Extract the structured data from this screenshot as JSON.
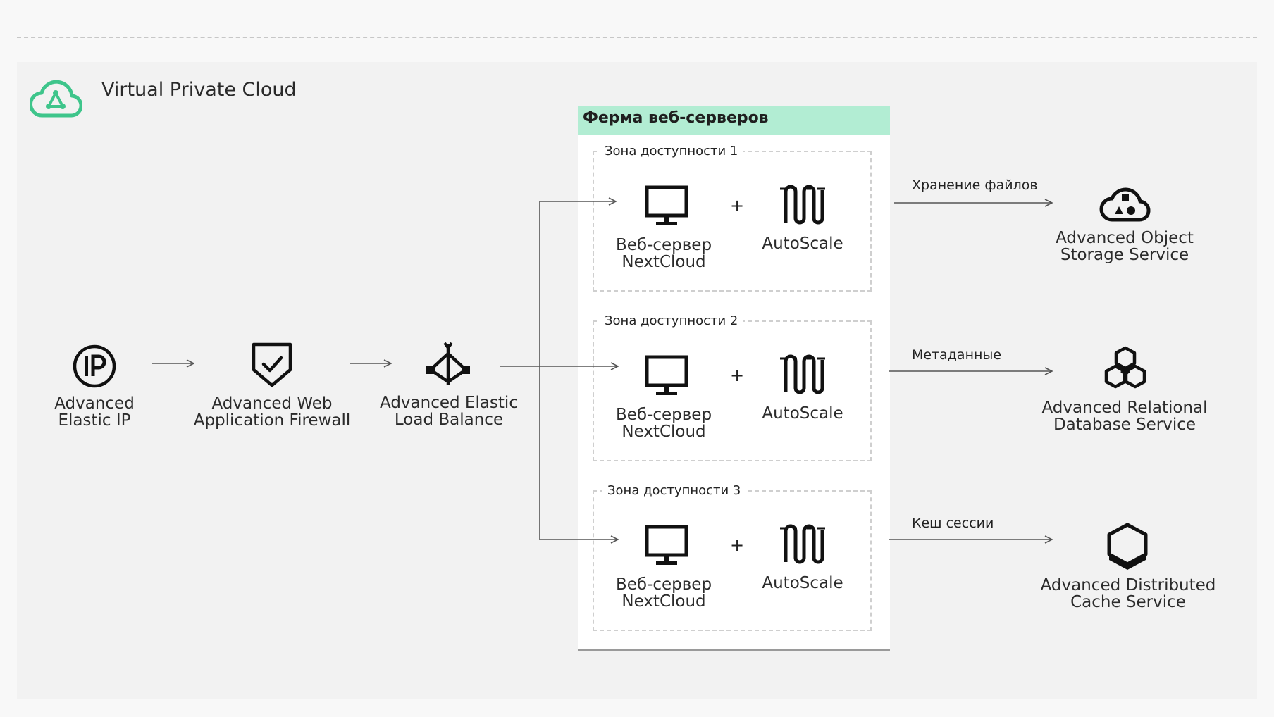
{
  "vpc": {
    "title": "Virtual Private Cloud"
  },
  "farm": {
    "title": "Ферма веб-серверов"
  },
  "entry": [
    {
      "line1": "Advanced",
      "line2": "Elastic IP",
      "icon": "ip-icon"
    },
    {
      "line1": "Advanced Web",
      "line2": "Application Firewall",
      "icon": "shield-check-icon"
    },
    {
      "line1": "Advanced Elastic",
      "line2": "Load Balance",
      "icon": "load-balancer-icon"
    }
  ],
  "zones": [
    {
      "label": "Зона доступности 1",
      "server_line1": "Веб-сервер",
      "server_line2": "NextCloud",
      "plus": "+",
      "autoscale": "AutoScale"
    },
    {
      "label": "Зона доступности 2",
      "server_line1": "Веб-сервер",
      "server_line2": "NextCloud",
      "plus": "+",
      "autoscale": "AutoScale"
    },
    {
      "label": "Зона доступности 3",
      "server_line1": "Веб-сервер",
      "server_line2": "NextCloud",
      "plus": "+",
      "autoscale": "AutoScale"
    }
  ],
  "services": [
    {
      "edge_label": "Хранение файлов",
      "line1": "Advanced Object",
      "line2": "Storage Service",
      "icon": "object-storage-icon"
    },
    {
      "edge_label": "Метаданные",
      "line1": "Advanced Relational",
      "line2": "Database Service",
      "icon": "relational-database-icon"
    },
    {
      "edge_label": "Кеш сессии",
      "line1": "Advanced Distributed",
      "line2": "Cache Service",
      "icon": "distributed-cache-icon"
    }
  ],
  "colors": {
    "accent": "#3ec58b",
    "farm_header": "#b2edd3",
    "ink": "#111111",
    "arrow": "#555555"
  }
}
